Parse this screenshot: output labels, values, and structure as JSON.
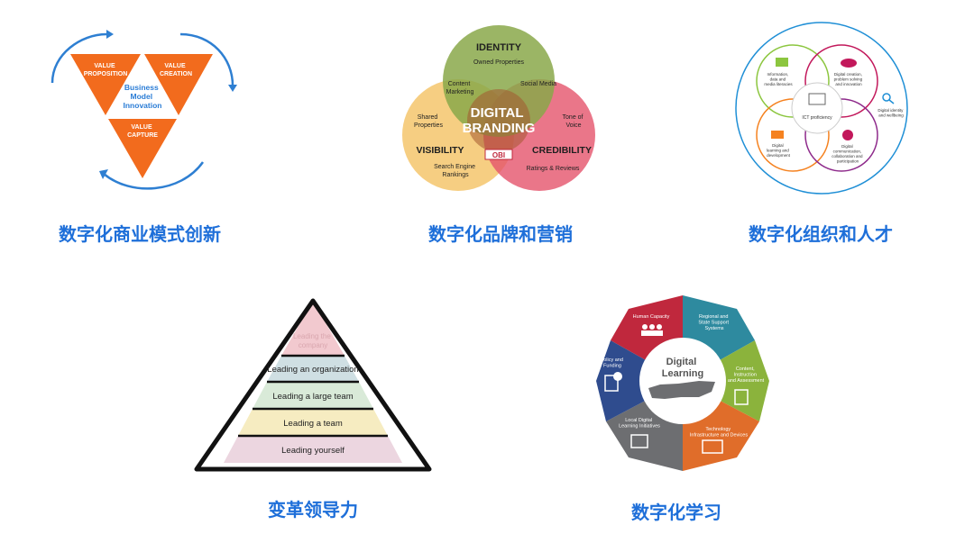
{
  "captions": {
    "business_model": "数字化商业模式创新",
    "branding": "数字化品牌和营销",
    "organization": "数字化组织和人才",
    "leadership": "变革领导力",
    "learning": "数字化学习"
  },
  "business_model": {
    "value_proposition": [
      "VALUE",
      "PROPOSITION"
    ],
    "value_creation": [
      "VALUE",
      "CREATION"
    ],
    "value_capture": [
      "VALUE",
      "CAPTURE"
    ],
    "center": [
      "Business",
      "Model",
      "Innovation"
    ],
    "colors": {
      "orange": "#f26b1d",
      "blue": "#2b7dd6",
      "arrow": "#2e7fd2"
    }
  },
  "branding": {
    "identity_title": "IDENTITY",
    "identity_sub": "Owned Properties",
    "visibility_title": "VISIBILITY",
    "visibility_sub": [
      "Search Engine",
      "Rankings"
    ],
    "credibility_title": "CREDIBILITY",
    "credibility_sub": "Ratings & Reviews",
    "content_marketing": [
      "Content",
      "Marketing"
    ],
    "social_media": "Social Media",
    "shared_properties": [
      "Shared",
      "Properties"
    ],
    "tone_of_voice": [
      "Tone of",
      "Voice"
    ],
    "center": [
      "DIGITAL",
      "BRANDING"
    ],
    "logo": "OBI",
    "colors": {
      "green": "#8aa84a",
      "yellow": "#f4c56c",
      "red": "#e5546b"
    }
  },
  "organization": {
    "center": "ICT proficiency",
    "info": [
      "Information,",
      "data and",
      "media literacies"
    ],
    "creation": [
      "Digital creation,",
      "problem solving",
      "and innovation"
    ],
    "identity": [
      "Digital identity",
      "and wellbeing"
    ],
    "learning": [
      "Digital",
      "learning and",
      "development"
    ],
    "communication": [
      "Digital",
      "communication,",
      "collaboration and",
      "participation"
    ],
    "colors": {
      "green": "#8cc63f",
      "magenta": "#c2185b",
      "orange": "#f58220",
      "purple": "#8e2a8b",
      "blue": "#1f8fd6"
    }
  },
  "leadership": {
    "levels": [
      "Leading the",
      "company",
      "Leading an organization",
      "Leading a large team",
      "Leading a team",
      "Leading yourself"
    ],
    "colors": [
      "#f2c9cf",
      "#cfdfe3",
      "#d9ead8",
      "#f6ecc1",
      "#ecd6e0"
    ]
  },
  "learning": {
    "center": [
      "Digital",
      "Learning"
    ],
    "human_capacity": "Human Capacity",
    "regional": [
      "Regional and",
      "State Support",
      "Systems"
    ],
    "content": [
      "Content,",
      "Instruction",
      "and Assessment"
    ],
    "technology": [
      "Technology",
      "Infrastructure and Devices"
    ],
    "local": [
      "Local Digital",
      "Learning Initiatives"
    ],
    "policy": [
      "Policy and",
      "Funding"
    ],
    "colors": {
      "red": "#c0283d",
      "teal": "#2e8a9f",
      "green": "#8bb33c",
      "orange": "#e06d2a",
      "gray": "#6d6e71",
      "navy": "#2f4c8e"
    }
  }
}
